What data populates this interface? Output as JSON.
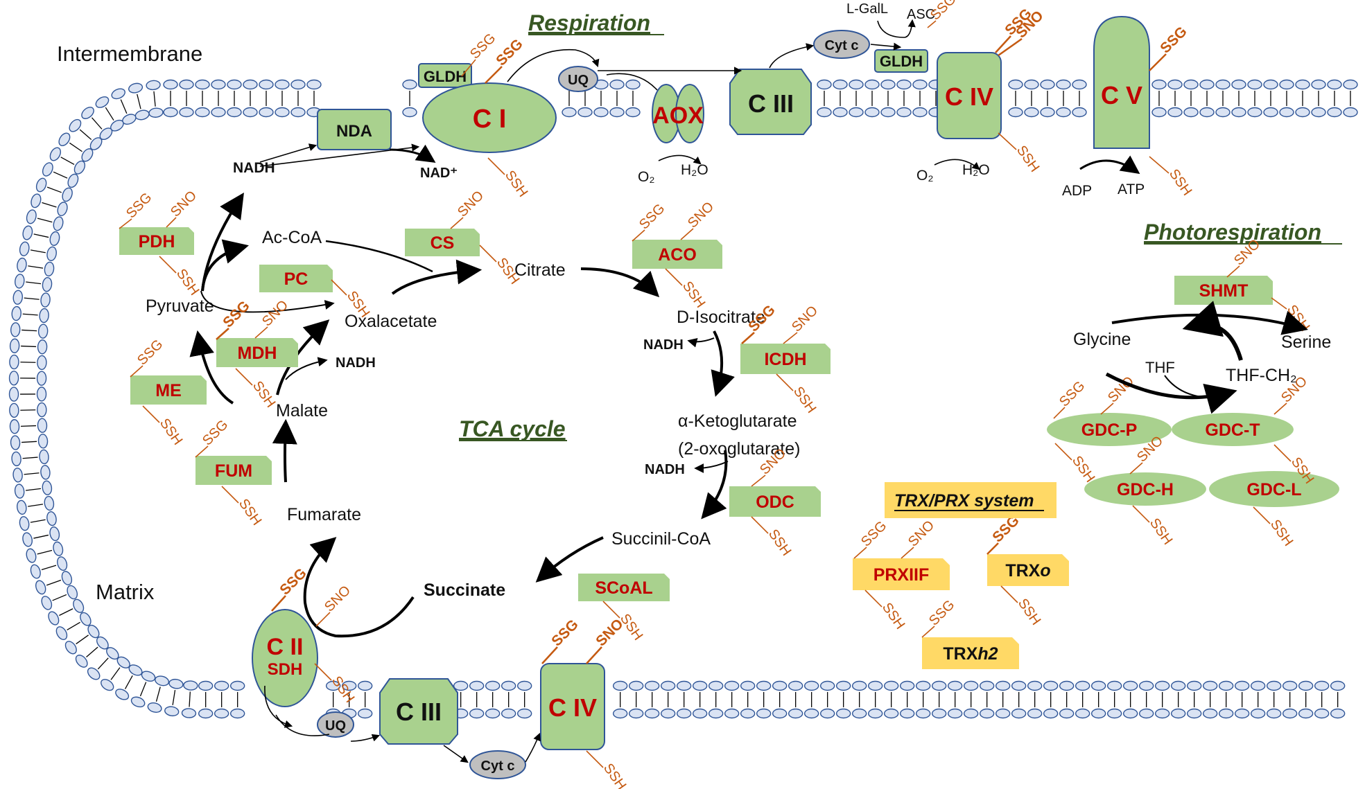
{
  "regions": {
    "intermembrane": "Intermembrane",
    "matrix": "Matrix"
  },
  "titles": {
    "respiration": "Respiration",
    "tca": "TCA cycle",
    "photorespiration": "Photorespiration",
    "trx": "TRX/PRX system"
  },
  "complexes": {
    "c1": "C I",
    "c2": "C II",
    "c2_sub": "SDH",
    "c3": "C III",
    "c4": "C IV",
    "c5": "C V",
    "aox": "AOX",
    "nda": "NDA",
    "gldh": "GLDH",
    "uq": "UQ",
    "cytc": "Cyt c"
  },
  "metabolites": {
    "nadh": "NADH",
    "nad": "NAD⁺",
    "o2": "O₂",
    "h2o": "H₂O",
    "lgal": "L-GalL",
    "asc": "ASC",
    "adp": "ADP",
    "atp": "ATP",
    "acoa": "Ac-CoA",
    "pyruvate": "Pyruvate",
    "oxalacetate": "Oxalacetate",
    "citrate": "Citrate",
    "isocitrate": "D-Isocitrate",
    "akg": "α-Ketoglutarate",
    "oxo": "(2-oxoglutarate)",
    "succoa": "Succinil-CoA",
    "succinate": "Succinate",
    "fumarate": "Fumarate",
    "malate": "Malate",
    "glycine": "Glycine",
    "serine": "Serine",
    "thf": "THF",
    "thfch2": "THF-CH₂"
  },
  "enzymes": {
    "pdh": "PDH",
    "pc": "PC",
    "cs": "CS",
    "aco": "ACO",
    "icdh": "ICDH",
    "odc": "ODC",
    "scoal": "SCoAL",
    "fum": "FUM",
    "mdh": "MDH",
    "me": "ME",
    "shmt": "SHMT",
    "gdcp": "GDC-P",
    "gdct": "GDC-T",
    "gdch": "GDC-H",
    "gdcl": "GDC-L",
    "prxiif": "PRXIIF",
    "trxo_pre": "TRX",
    "trxo_suf": "o",
    "trxh2_pre": "TRX",
    "trxh2_suf": "h2"
  },
  "mods": {
    "ssg": "SSG",
    "sno": "SNO",
    "ssh": "SSH"
  },
  "colors": {
    "complex_fill": "#a9d18e",
    "complex_stroke": "#2f5597",
    "enzyme_fill": "#a9d18e",
    "enzyme_text": "#c00000",
    "mod_text": "#c55a11",
    "membrane_fill": "#dae3f3",
    "membrane_stroke": "#2f5597",
    "trx_fill": "#ffd966",
    "title_green": "#385723",
    "uq_fill": "#bfbfbf"
  }
}
